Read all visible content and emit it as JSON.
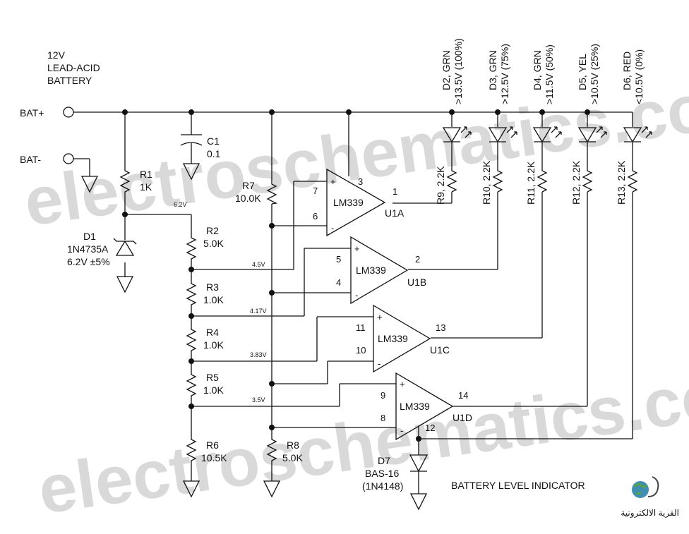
{
  "battery": {
    "line1": "12V",
    "line2": "LEAD-ACID",
    "line3": "BATTERY"
  },
  "terminals": {
    "pos": "BAT+",
    "neg": "BAT-"
  },
  "c1": {
    "ref": "C1",
    "value": "0.1"
  },
  "r1": {
    "ref": "R1",
    "value": "1K"
  },
  "d1": {
    "ref": "D1",
    "part": "1N4735A",
    "value": "6.2V ±5%"
  },
  "r2": {
    "ref": "R2",
    "value": "5.0K"
  },
  "r3": {
    "ref": "R3",
    "value": "1.0K"
  },
  "r4": {
    "ref": "R4",
    "value": "1.0K"
  },
  "r5": {
    "ref": "R5",
    "value": "1.0K"
  },
  "r6": {
    "ref": "R6",
    "value": "10.5K"
  },
  "r7": {
    "ref": "R7",
    "value": "10.0K"
  },
  "r8": {
    "ref": "R8",
    "value": "5.0K"
  },
  "nodes": {
    "v62": "6.2V",
    "v45": "4.5V",
    "v417": "4.17V",
    "v383": "3.83V",
    "v35": "3.5V"
  },
  "comparators": [
    {
      "ref": "U1A",
      "part": "LM339",
      "plus": "7",
      "minus": "6",
      "out": "1",
      "vcc": "3"
    },
    {
      "ref": "U1B",
      "part": "LM339",
      "plus": "5",
      "minus": "4",
      "out": "2"
    },
    {
      "ref": "U1C",
      "part": "LM339",
      "plus": "11",
      "minus": "10",
      "out": "13"
    },
    {
      "ref": "U1D",
      "part": "LM339",
      "plus": "9",
      "minus": "8",
      "out": "14",
      "gnd": "12"
    }
  ],
  "signs": {
    "plus": "+",
    "minus": "-"
  },
  "leds": [
    {
      "ref": "D2, GRN",
      "level": ">13.5V (100%)",
      "resistor": "R9, 2.2K"
    },
    {
      "ref": "D3, GRN",
      "level": ">12.5V (75%)",
      "resistor": "R10, 2.2K"
    },
    {
      "ref": "D4, GRN",
      "level": ">11.5V (50%)",
      "resistor": "R11, 2.2K"
    },
    {
      "ref": "D5, YEL",
      "level": ">10.5V (25%)",
      "resistor": "R12, 2.2K"
    },
    {
      "ref": "D6, RED",
      "level": "<10.5V (0%)",
      "resistor": "R13, 2.2K"
    }
  ],
  "d7": {
    "ref": "D7",
    "part": "BAS-16",
    "alt": "(1N4148)"
  },
  "title": "BATTERY LEVEL INDICATOR",
  "watermark": "electroschematics.com",
  "logo_text": "القرية الالكترونية"
}
